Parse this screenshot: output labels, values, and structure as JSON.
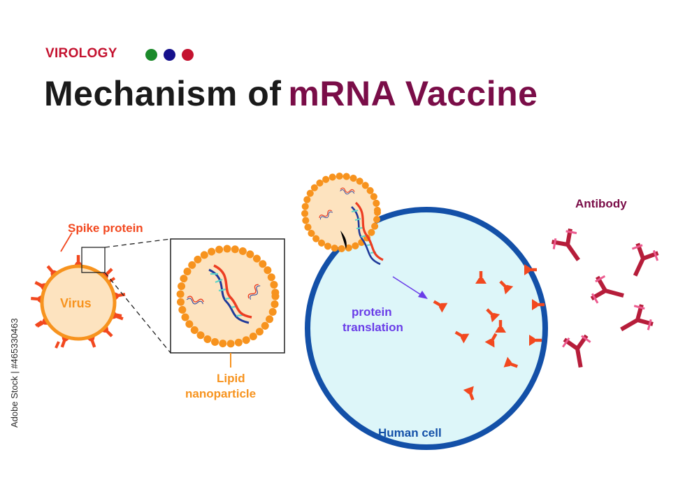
{
  "header": {
    "category": "VIROLOGY",
    "title_main": "Mechanism of",
    "title_highlight": "mRNA Vaccine"
  },
  "labels": {
    "spike_protein": "Spike protein",
    "virus": "Virus",
    "lipid_line1": "Lipid",
    "lipid_line2": "nanoparticle",
    "protein_line1": "protein",
    "protein_line2": "translation",
    "human_cell": "Human cell",
    "antibody": "Antibody"
  },
  "watermark": {
    "stock_id": "Adobe Stock | #465330463"
  },
  "colors": {
    "virology_red": "#c4122f",
    "title_dark": "#1a1a1a",
    "title_accent": "#7a0d48",
    "dot_green": "#1b8a2a",
    "dot_blue": "#16118c",
    "dot_red": "#c4122f",
    "spike_orange": "#f2481f",
    "lipid_orange": "#f7931e",
    "virus_fill": "#fde3bf",
    "cell_border": "#1350a8",
    "cell_fill": "#ddf6f9",
    "protein_purple": "#6a3de8",
    "antibody_red": "#b61d3a",
    "antibody_pink": "#ec5a8f",
    "mrna_red": "#ec3d22",
    "mrna_blue": "#203a9a"
  }
}
